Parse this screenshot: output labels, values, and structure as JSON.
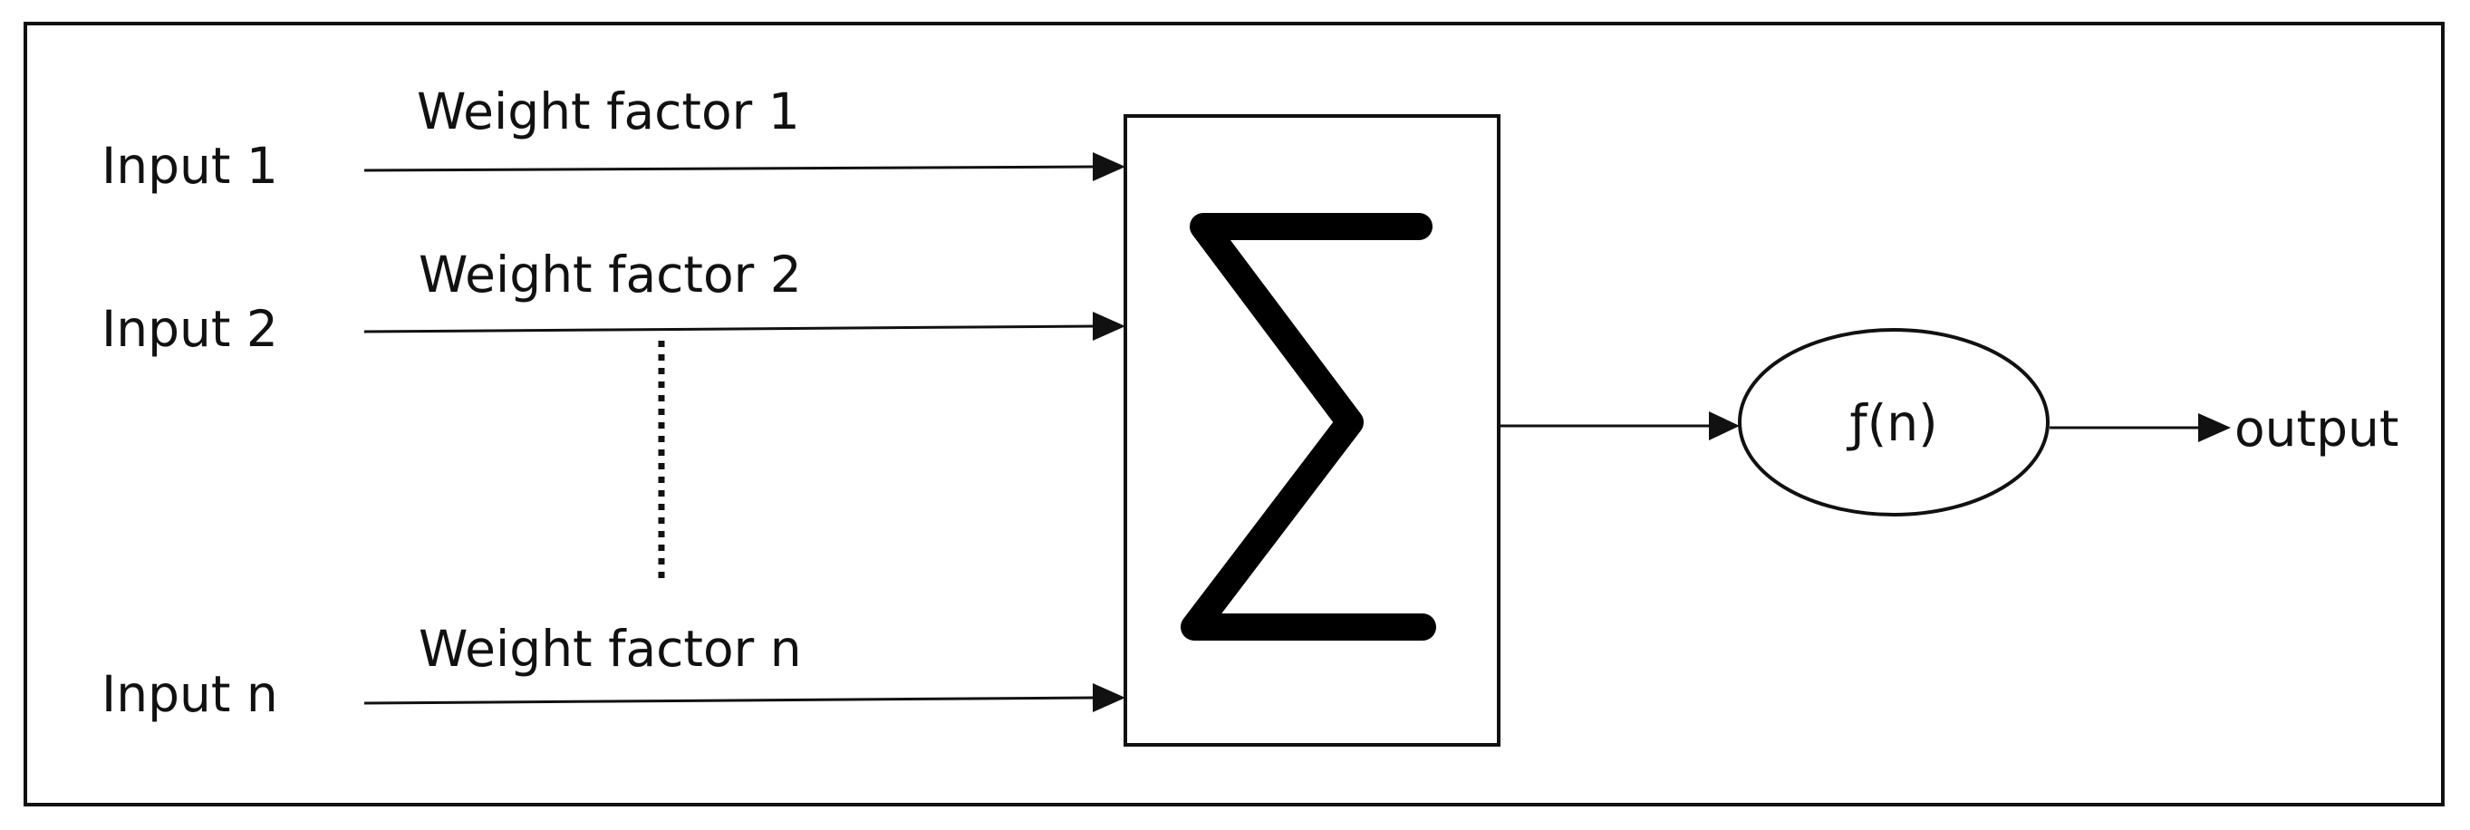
{
  "inputs": [
    {
      "label": "Input 1",
      "weight": "Weight factor 1"
    },
    {
      "label": "Input 2",
      "weight": "Weight factor 2"
    },
    {
      "label": "Input n",
      "weight": "Weight factor n"
    }
  ],
  "summation_symbol": "∑",
  "function_label": "ƒ(n)",
  "output_label": "output",
  "colors": {
    "line": "#111111",
    "background": "#ffffff"
  }
}
